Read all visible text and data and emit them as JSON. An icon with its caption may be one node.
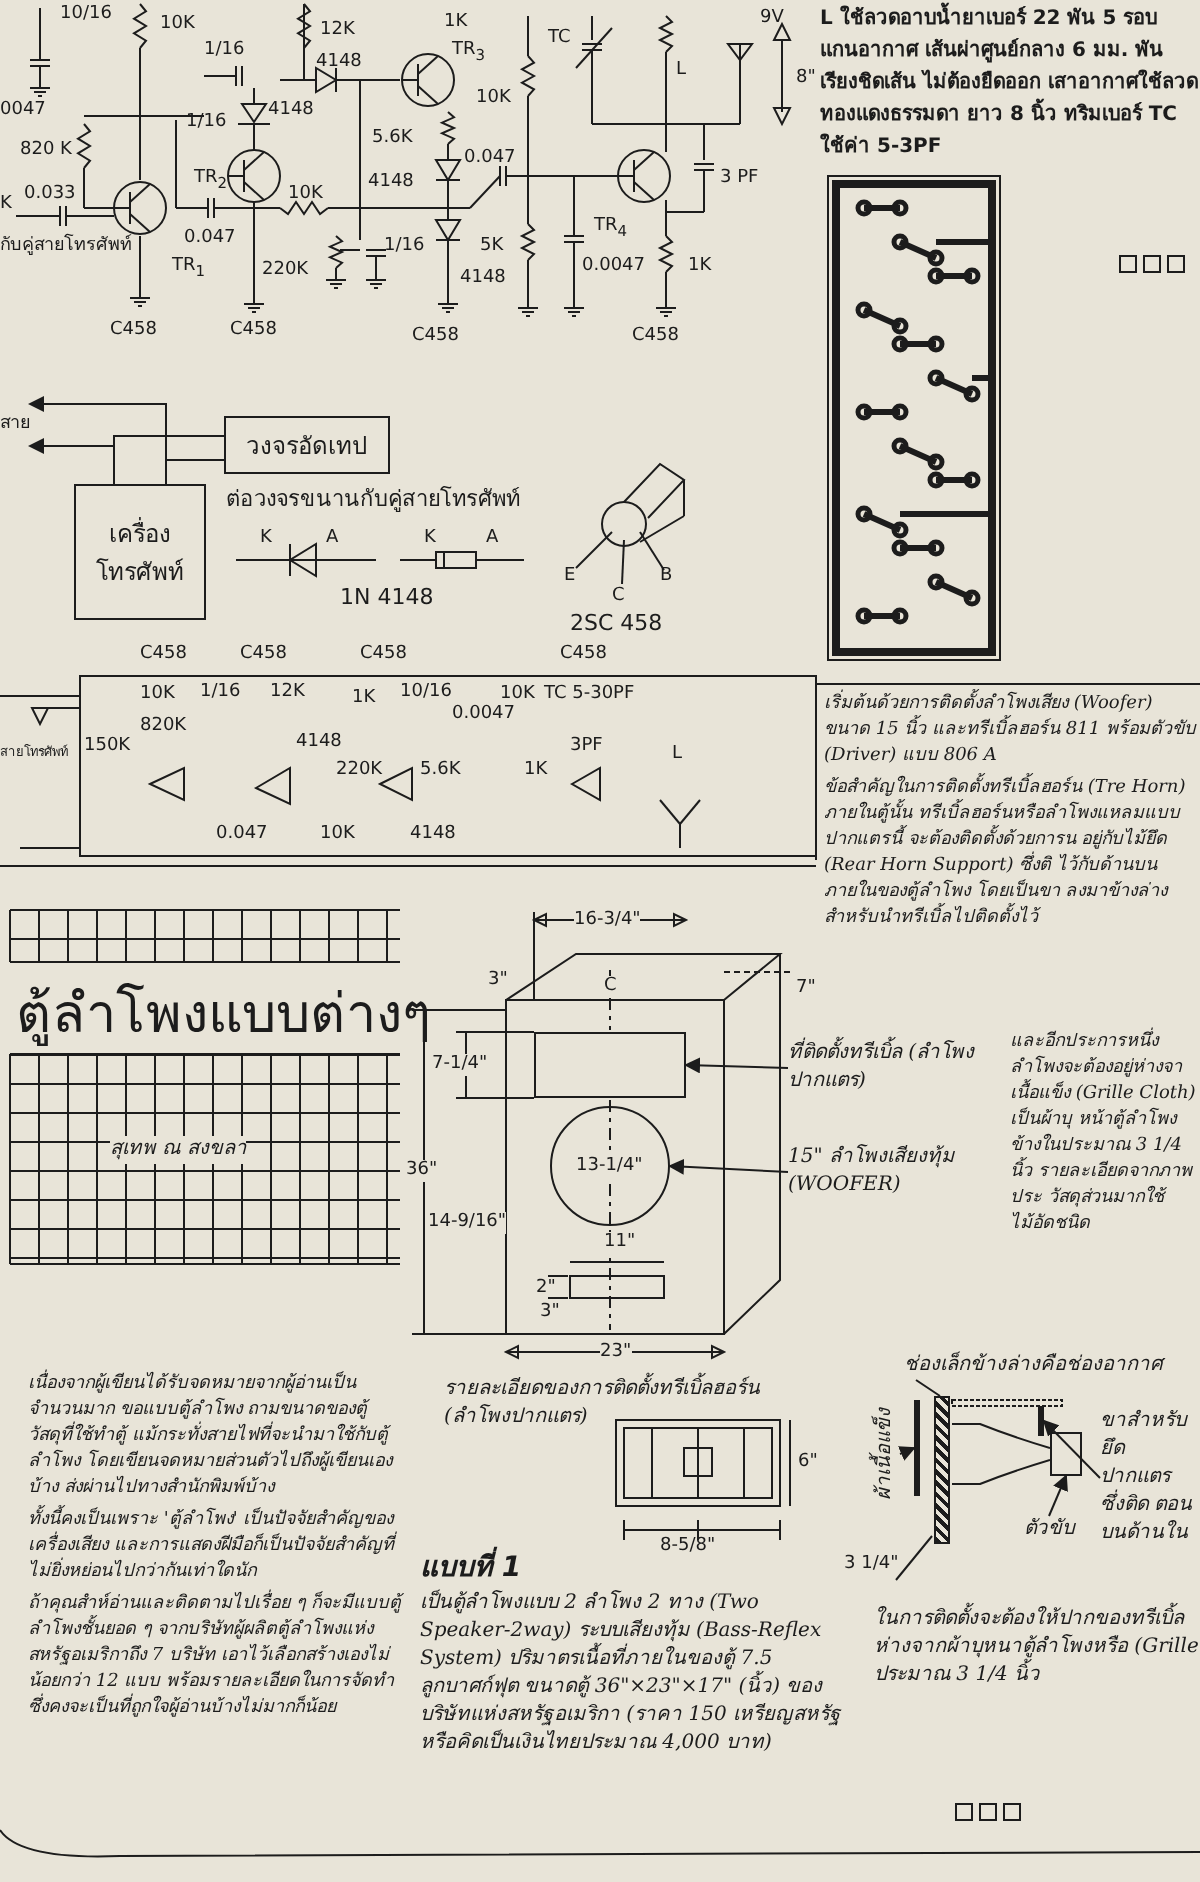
{
  "diagram": {
    "title": "ตู้ลำโพงแบบต่างๆ",
    "nodes": [
      {
        "text": [
          "วงจรอัดเทป"
        ]
      },
      {
        "text": [
          "เครื่องโทรศัพท์"
        ]
      },
      {
        "text": [
          "ที่ติดตั้งทรีเบิ้ล (ลำโพงปากแตร)"
        ]
      },
      {
        "text": [
          "15\" ลำโพงเสียงทุ้ม (WOOFER)"
        ]
      },
      {
        "text": [
          "ช่องเล็กข้างล่างคือช่องอากาศ"
        ]
      },
      {
        "text": [
          "ผ้าเนื้อแข็ง"
        ]
      },
      {
        "text": [
          "ขาสำหรับยึด ปากแตร ซึ่งติด ตอนบนด้านใน"
        ]
      },
      {
        "text": [
          "ตัวขับ"
        ]
      },
      {
        "text": [
          "สาย"
        ]
      },
      {
        "text": [],
        "shape": "box"
      },
      {
        "text": [],
        "shape": "circle"
      },
      {
        "text": [],
        "shape": "bar"
      },
      {
        "text": [],
        "shape": "bar"
      },
      {
        "text": [],
        "shape": "bar"
      },
      {
        "text": [],
        "shape": "box"
      },
      {
        "text": [],
        "shape": "picture"
      }
    ],
    "edges": [
      {
        "from": 1,
        "to": 8,
        "arrow": "to"
      },
      {
        "from": 1,
        "to": 8,
        "arrow": "to"
      },
      {
        "from": 0,
        "to": 1,
        "arrow": "none"
      },
      {
        "from": 0,
        "to": 1,
        "arrow": "none"
      },
      {
        "from": 2,
        "to": 9,
        "arrow": "to"
      },
      {
        "from": 3,
        "to": 10,
        "arrow": "to"
      },
      {
        "from": 4,
        "to": 12,
        "arrow": "none"
      },
      {
        "from": 5,
        "to": 11,
        "arrow": "to"
      },
      {
        "from": 6,
        "to": 13,
        "arrow": "to"
      },
      {
        "from": 7,
        "to": 14,
        "arrow": "to"
      }
    ],
    "labels": [
      "10/16",
      "10K",
      "0047",
      "1/16",
      "12K",
      "4148",
      "1K",
      "TR$_{3}$",
      "TC",
      "L",
      "9V",
      "8\"",
      "4148",
      "1/16",
      "10K",
      "820 K",
      "TR$_{2}$",
      "5.6K",
      "0.047",
      "3 PF",
      "0.033",
      "K",
      "4148",
      "0.047",
      "10K",
      "กับคู่สายโทรศัพท์",
      "TR$_{1}$",
      "TR$_{4}$",
      "5K",
      "220K",
      "1/16",
      "0.0047",
      "1K",
      "4148",
      "C458",
      "C458",
      "C458",
      "C458",
      "L ใช้ลวดอาบน้ำยาเบอร์ 22 พัน 5 รอบ แกนอากาศ เส้นผ่าศูนย์กลาง 6 มม. พันเรียงชิดเส้น ไม่ต้องยืดออก เสาอากาศใช้ลวดทองแดงธรรมดา ยาว 8 นิ้ว ทริมเบอร์ TC ใช้ค่า 5-3PF",
      "ต่อวงจรขนานกับคู่สายโทรศัพท์",
      "K",
      "A",
      "K",
      "A",
      "1N 4148",
      "E",
      "C",
      "B",
      "2SC 458",
      "C458",
      "C458",
      "C458",
      "C458",
      "10K",
      "1/16",
      "12K",
      "1K",
      "10/16",
      "0.0047",
      "10K",
      "TC 5-30PF",
      "150K",
      "820K",
      "4148",
      "3PF",
      "L",
      "220K",
      "5.6K",
      "1K",
      "0.047",
      "10K",
      "4148",
      "สายโทรศัพท์",
      "สุเทพ ณ สงขลา",
      "เนื่องจากผู้เขียนได้รับจดหมายจากผู้อ่านเป็นจำนวนมาก ขอแบบตู้ลำโพง ถามขนาดของตู้ วัสดุที่ใช้ทำตู้ แม้กระทั่งสายไฟที่จะนำมาใช้กับตู้ลำโพง โดยเขียนจดหมายส่วนตัวไปถึงผู้เขียนเองบ้าง ส่งผ่านไปทางสำนักพิมพ์บ้าง",
      "ทั้งนี้คงเป็นเพราะ 'ตู้ลำโพง' เป็นปัจจัยสำคัญของเครื่องเสียง และการแสดงฝีมือก็เป็นปัจจัยสำคัญที่ไม่ยิ่งหย่อนไปกว่ากันเท่าใดนัก",
      "ถ้าคุณสำห์อ่านและติดตามไปเรื่อย ๆ ก็จะมีแบบตู้ลำโพงชั้นยอด ๆ จากบริษัทผู้ผลิตตู้ลำโพงแห่งสหรัฐอเมริกาถึง 7 บริษัท เอาไว้เลือกสร้างเองไม่น้อยกว่า 12 แบบ พร้อมรายละเอียดในการจัดทำซึ่งคงจะเป็นที่ถูกใจผู้อ่านบ้างไม่มากก็น้อย",
      "16-3/4\"",
      "3\"",
      "7\"",
      "7-1/4\"",
      "36\"",
      "C",
      "13-1/4\"",
      "14-9/16\"",
      "11\"",
      "2\"",
      "3\"",
      "23\"",
      "รายละเอียดของการติดตั้งทรีเบิ้ลฮอร์น (ลำโพงปากแตร)",
      "6\"",
      "8-5/8\"",
      "แบบที่ 1",
      "เป็นตู้ลำโพงแบบ 2 ลำโพง 2 ทาง (Two Speaker-2way) ระบบเสียงทุ้ม (Bass-Reflex System) ปริมาตรเนื้อที่ภายในของตู้ 7.5 ลูกบาศก์ฟุต ขนาดตู้ 36\"×23\"×17\" (นิ้ว) ของบริษัทแห่งสหรัฐอเมริกา (ราคา 150 เหรียญสหรัฐ หรือคิดเป็นเงินไทยประมาณ 4,000 บาท)",
      "เริ่มต้นด้วยการติดตั้งลำโพงเสียง (Woofer) ขนาด 15 นิ้ว และทรีเบิ้ลฮอร์น 811 พร้อมตัวขับ (Driver) แบบ 806 A",
      "ข้อสำคัญในการติดตั้งทรีเบิ้ลฮอร์น (Tre Horn) ภายในตู้นั้น ทรีเบิ้ลฮอร์นหรือลำโพงแหลมแบบปากแตรนี้ จะต้องติดตั้งด้วยการน อยู่กับไม้ยึด (Rear Horn Support) ซึ่งติ ไว้กับด้านบนภายในของตู้ลำโพง โดยเป็นขา ลงมาข้างล่าง สำหรับนำทรีเบิ้ลไปติดตั้งไว้",
      "และอีกประการหนึ่ง ลำโพงจะต้องอยู่ห่างจา เนื้อแข็ง (Grille Cloth) เป็นผ้าบุ หน้าตู้ลำโพง ข้างในประมาณ 3 1/4 นิ้ว รายละเอียดจากภาพประ วัสดุส่วนมากใช้ไม้อัดชนิด",
      "3 1/4\"",
      "ในการติดตั้งจะต้องให้ปากของทรีเบิ้ล ห่างจากผ้าบุหนาตู้ลำโพงหรือ (Grille ประมาณ 3 1/4 นิ้ว"
    ]
  }
}
